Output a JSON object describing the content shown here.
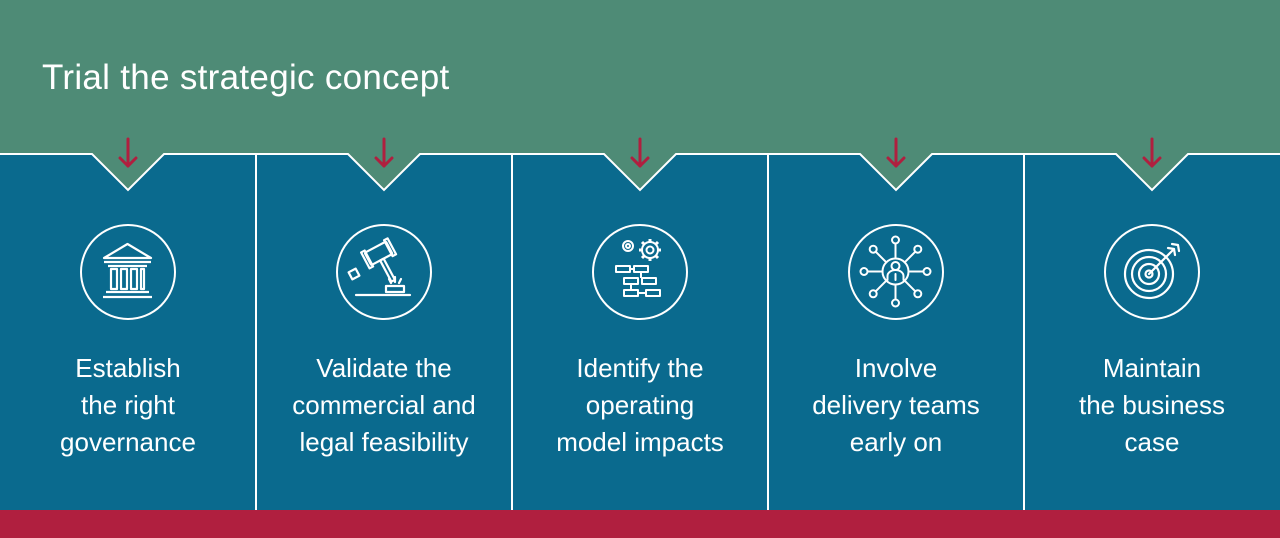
{
  "title": "Trial the strategic concept",
  "colors": {
    "header": "#4e8b76",
    "panel": "#0a6a8e",
    "accent": "#b01f3f",
    "line": "#ffffff"
  },
  "steps": [
    {
      "icon": "government-building-icon",
      "lines": [
        "Establish",
        "the right",
        "governance"
      ]
    },
    {
      "icon": "gavel-icon",
      "lines": [
        "Validate the",
        "commercial and",
        "legal feasibility"
      ]
    },
    {
      "icon": "gears-flowchart-icon",
      "lines": [
        "Identify the",
        "operating",
        "model impacts"
      ]
    },
    {
      "icon": "team-network-icon",
      "lines": [
        "Involve",
        "delivery teams",
        "early on"
      ]
    },
    {
      "icon": "target-arrow-icon",
      "lines": [
        "Maintain",
        "the business",
        "case"
      ]
    }
  ]
}
